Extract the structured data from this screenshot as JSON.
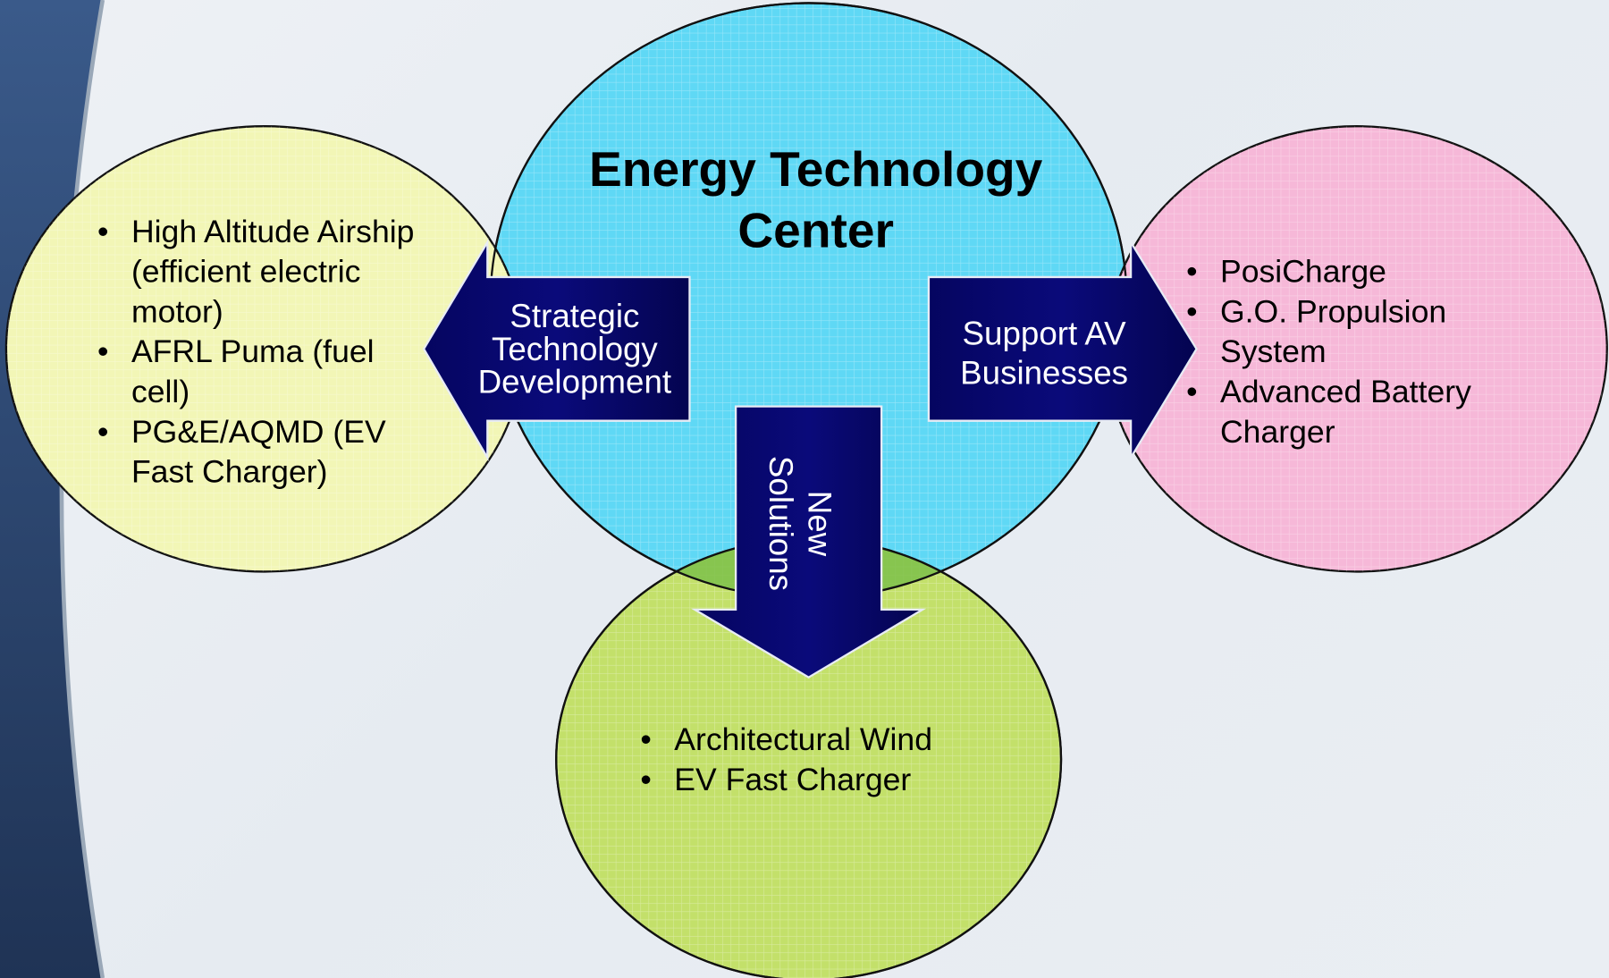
{
  "diagram": {
    "center_circle": {
      "title_lines": [
        "Energy Technology",
        "Center"
      ],
      "color": "#5fd8f5"
    },
    "left_circle": {
      "color": "#f2f6b6",
      "items": [
        "High Altitude Airship (efficient electric motor)",
        "AFRL Puma (fuel cell)",
        "PG&E/AQMD (EV Fast Charger)"
      ]
    },
    "right_circle": {
      "color": "#f6b8d8",
      "items": [
        "PosiCharge",
        "G.O. Propulsion System",
        "Advanced Battery Charger"
      ]
    },
    "bottom_circle": {
      "color": "#c3e06a",
      "items": [
        "Architectural Wind",
        "EV Fast Charger"
      ]
    },
    "arrows": {
      "color": "#050560",
      "left": {
        "lines": [
          "Strategic",
          "Technology",
          "Development"
        ]
      },
      "right": {
        "lines": [
          "Support AV",
          "Businesses"
        ]
      },
      "down": {
        "lines": [
          "New",
          "Solutions"
        ]
      }
    }
  }
}
